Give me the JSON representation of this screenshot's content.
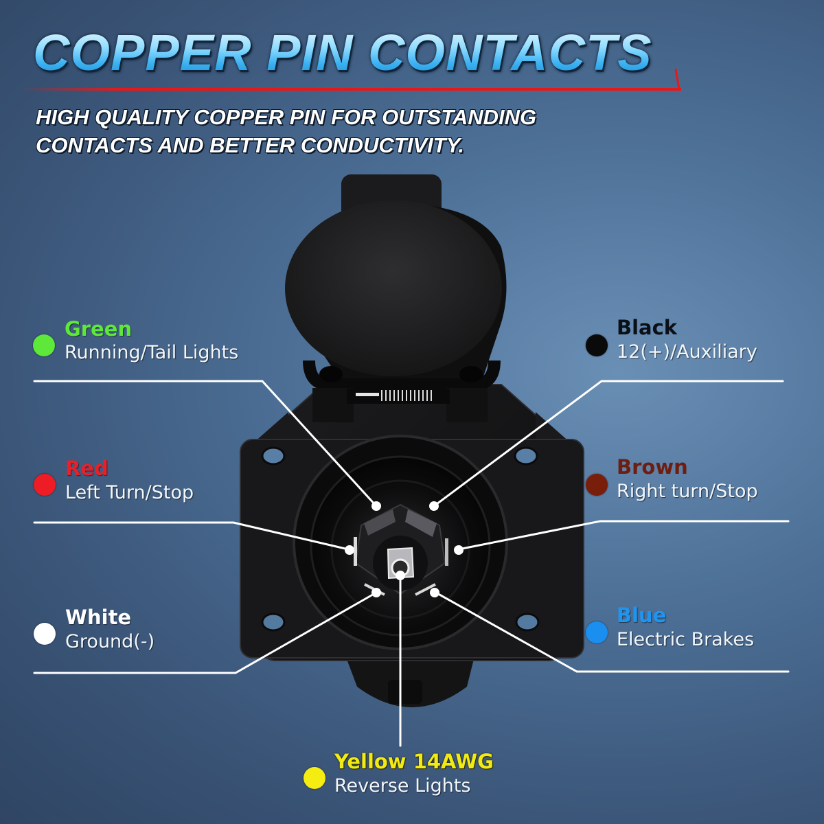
{
  "header": {
    "title": "COPPER PIN CONTACTS",
    "subtitle_line1": "HIGH QUALITY COPPER PIN FOR OUTSTANDING",
    "subtitle_line2": "CONTACTS AND BETTER CONDUCTIVITY."
  },
  "product": {
    "name": "7-pin trailer socket",
    "icon": "trailer-socket-icon"
  },
  "wires": [
    {
      "id": "green",
      "color_name": "Green",
      "function": "Running/Tail Lights",
      "color": "#5ee83a",
      "text_color": "#5ee83a"
    },
    {
      "id": "black",
      "color_name": "Black",
      "function": "12(+)/Auxiliary",
      "color": "#0a0a0a",
      "text_color": "#0b0f16"
    },
    {
      "id": "red",
      "color_name": "Red",
      "function": "Left Turn/Stop",
      "color": "#ee1c24",
      "text_color": "#e8202a"
    },
    {
      "id": "brown",
      "color_name": "Brown",
      "function": "Right turn/Stop",
      "color": "#7a1e0c",
      "text_color": "#6e1e10"
    },
    {
      "id": "white",
      "color_name": "White",
      "function": "Ground(-)",
      "color": "#ffffff",
      "text_color": "#ffffff"
    },
    {
      "id": "blue",
      "color_name": "Blue",
      "function": "Electric Brakes",
      "color": "#1a8ff0",
      "text_color": "#1f95f0"
    },
    {
      "id": "yellow",
      "color_name": "Yellow 14AWG",
      "function": "Reverse Lights",
      "color": "#f5ec12",
      "text_color": "#f2ea14"
    }
  ],
  "colors": {
    "title_gradient_top": "#e6f7ff",
    "title_gradient_bottom": "#1e8fd6",
    "accent_red": "#e81818",
    "background_dark": "#2f4563",
    "background_light": "#6a8fb5",
    "leader_line": "#ffffff"
  }
}
